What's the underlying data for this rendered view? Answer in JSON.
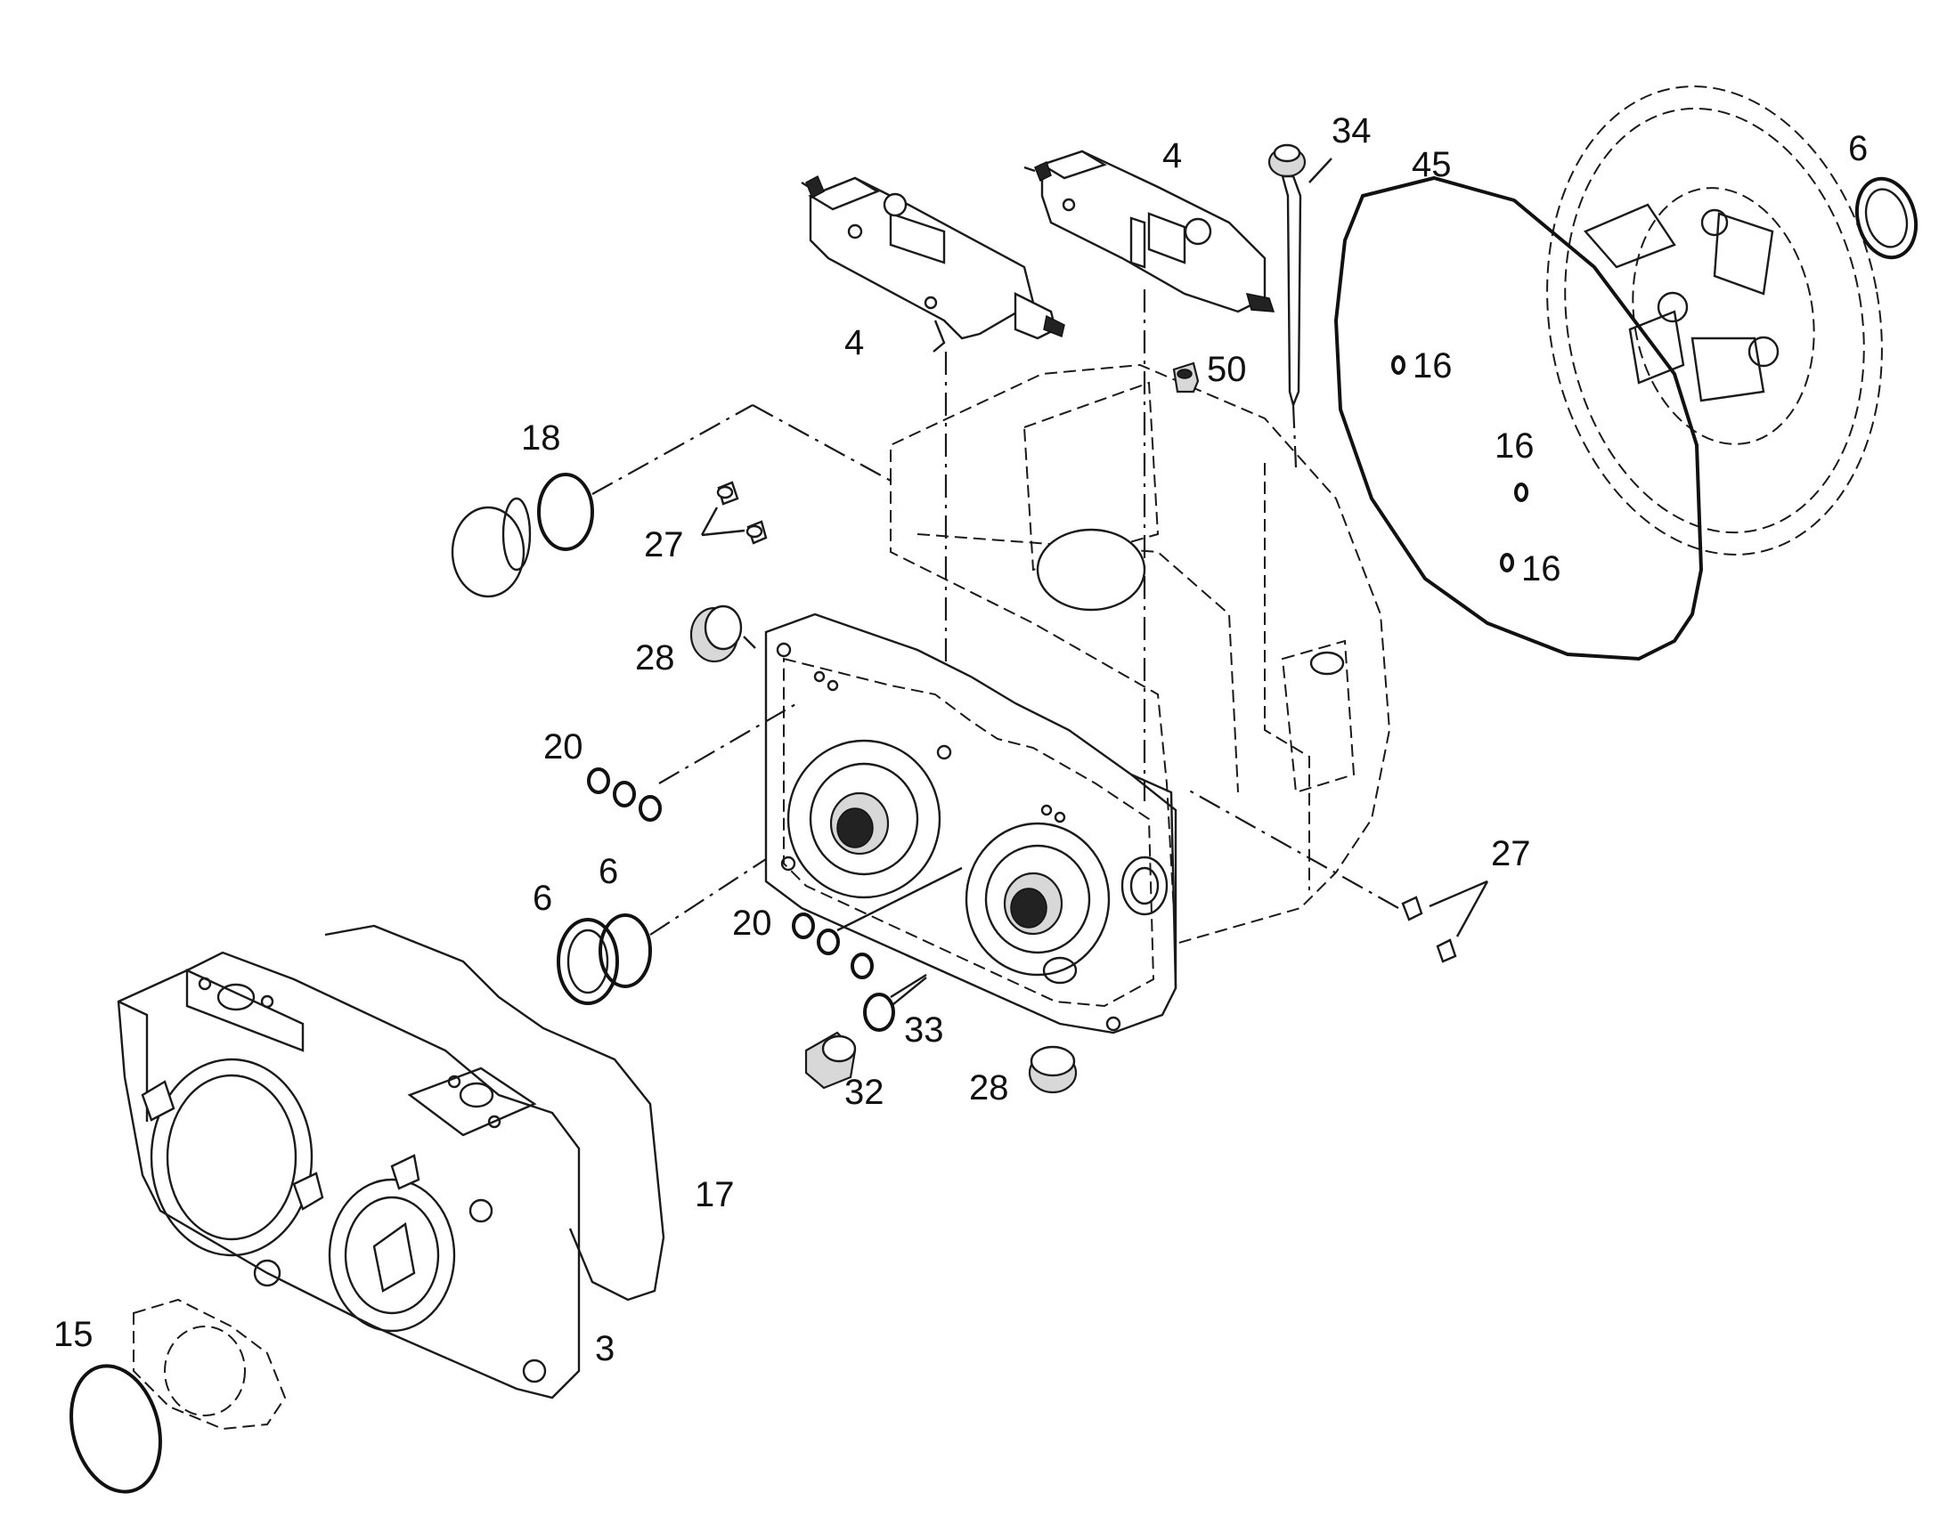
{
  "callouts": {
    "c3": "3",
    "c4a": "4",
    "c4b": "4",
    "c6a": "6",
    "c6b": "6",
    "c6c": "6",
    "c15": "15",
    "c16a": "16",
    "c16b": "16",
    "c16c": "16",
    "c17": "17",
    "c18": "18",
    "c20a": "20",
    "c20b": "20",
    "c27a": "27",
    "c27b": "27",
    "c28a": "28",
    "c28b": "28",
    "c32": "32",
    "c33": "33",
    "c34": "34",
    "c45": "45",
    "c50": "50"
  }
}
